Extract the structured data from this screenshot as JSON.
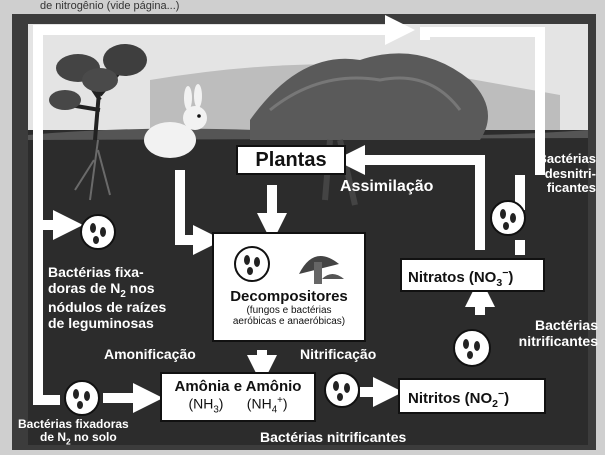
{
  "colors": {
    "background": "#3a3a3a",
    "frame": "#1e1e1e",
    "arrow": "#ffffff",
    "soil": "#2a2a2a",
    "sky": "#e6e6e6"
  },
  "labels": {
    "top_partial": "de nitrogênio (vide página...)",
    "plantas": "Plantas",
    "assimilacao": "Assimilação",
    "desnitrificantes_1": "Bactérias",
    "desnitrificantes_2": "desnitri-",
    "desnitrificantes_3": "ficantes",
    "fixadoras_nodulos_1": "Bactérias fixa-",
    "fixadoras_nodulos_2a": "doras de N",
    "fixadoras_nodulos_2sub": "2",
    "fixadoras_nodulos_2b": " nos",
    "fixadoras_nodulos_3": "nódulos de raízes",
    "fixadoras_nodulos_4": "de leguminosas",
    "decompositores_title": "Decompositores",
    "decompositores_sub1": "(fungos e bactérias",
    "decompositores_sub2": "aeróbicas e anaeróbicas)",
    "nitratos": "Nitratos (NO",
    "nitratos_sub": "3",
    "nitratos_sup": "−",
    "nitratos_end": ")",
    "nitrificantes_right_1": "Bactérias",
    "nitrificantes_right_2": "nitrificantes",
    "amonificacao": "Amonificação",
    "nitrificacao": "Nitrificação",
    "amonia_title": "Amônia e Amônio",
    "nh3_a": "(NH",
    "nh3_sub": "3",
    "nh3_b": ")",
    "nh4_a": "(NH",
    "nh4_sub": "4",
    "nh4_sup": "+",
    "nh4_b": ")",
    "nitritos": "Nitritos (NO",
    "nitritos_sub": "2",
    "nitritos_sup": "−",
    "nitritos_end": ")",
    "fixadoras_solo_1": "Bactérias fixadoras",
    "fixadoras_solo_2a": "de N",
    "fixadoras_solo_2sub": "2",
    "fixadoras_solo_2b": " no solo",
    "nitrificantes_bottom": "Bactérias nitrificantes"
  },
  "icons": [
    "rabbit-icon",
    "plant-icon",
    "tree-icon",
    "mushroom-icon",
    "bacteria-icon"
  ]
}
